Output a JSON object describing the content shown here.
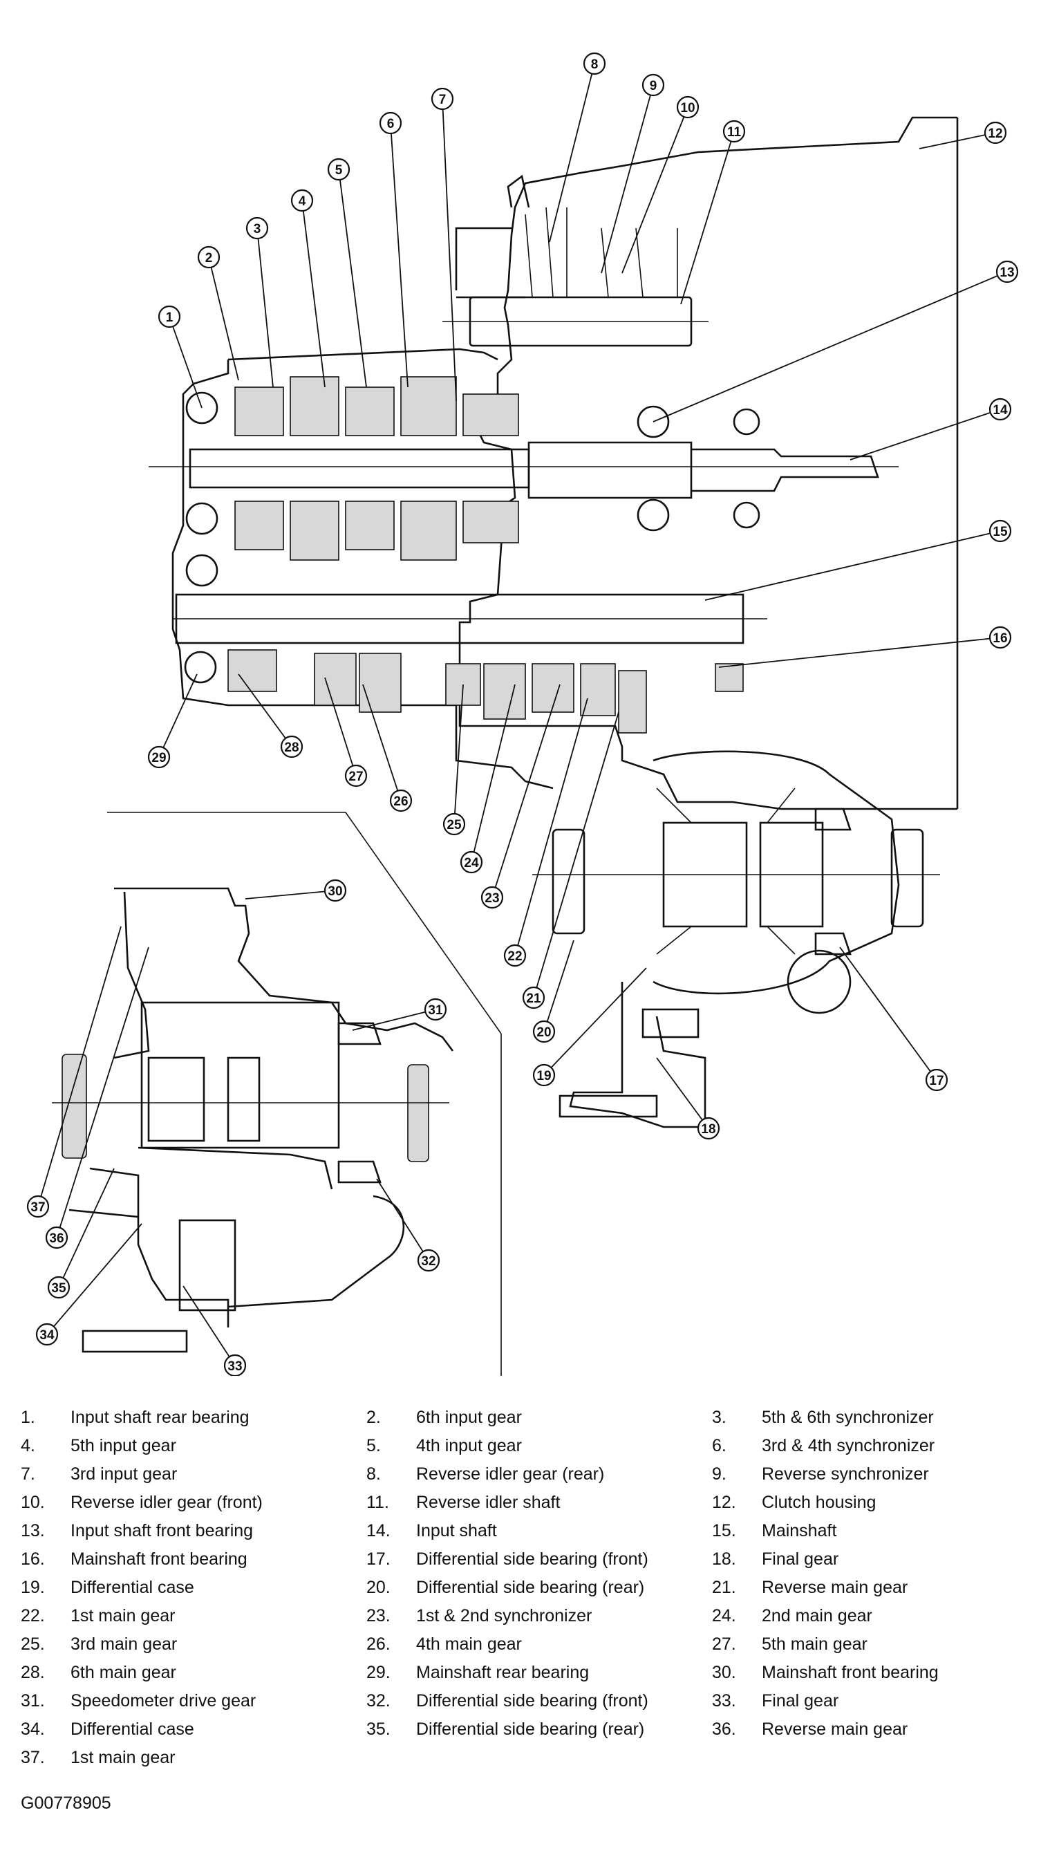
{
  "callouts": [
    "1",
    "2",
    "3",
    "4",
    "5",
    "6",
    "7",
    "8",
    "9",
    "10",
    "11",
    "12",
    "13",
    "14",
    "15",
    "16",
    "17",
    "18",
    "19",
    "20",
    "21",
    "22",
    "23",
    "24",
    "25",
    "26",
    "27",
    "28",
    "29",
    "30",
    "31",
    "32",
    "33",
    "34",
    "35",
    "36",
    "37"
  ],
  "legend": [
    {
      "num": "1.",
      "name": "Input shaft rear bearing"
    },
    {
      "num": "2.",
      "name": "6th input gear"
    },
    {
      "num": "3.",
      "name": "5th & 6th synchronizer"
    },
    {
      "num": "4.",
      "name": "5th input gear"
    },
    {
      "num": "5.",
      "name": "4th input gear"
    },
    {
      "num": "6.",
      "name": "3rd & 4th synchronizer"
    },
    {
      "num": "7.",
      "name": "3rd input gear"
    },
    {
      "num": "8.",
      "name": "Reverse idler gear (rear)"
    },
    {
      "num": "9.",
      "name": "Reverse synchronizer"
    },
    {
      "num": "10.",
      "name": "Reverse idler gear (front)"
    },
    {
      "num": "11.",
      "name": "Reverse idler shaft"
    },
    {
      "num": "12.",
      "name": "Clutch housing"
    },
    {
      "num": "13.",
      "name": "Input shaft front bearing"
    },
    {
      "num": "14.",
      "name": "Input shaft"
    },
    {
      "num": "15.",
      "name": "Mainshaft"
    },
    {
      "num": "16.",
      "name": "Mainshaft front bearing"
    },
    {
      "num": "17.",
      "name": "Differential side bearing (front)"
    },
    {
      "num": "18.",
      "name": "Final gear"
    },
    {
      "num": "19.",
      "name": "Differential case"
    },
    {
      "num": "20.",
      "name": "Differential side bearing (rear)"
    },
    {
      "num": "21.",
      "name": "Reverse main gear"
    },
    {
      "num": "22.",
      "name": "1st main gear"
    },
    {
      "num": "23.",
      "name": "1st & 2nd synchronizer"
    },
    {
      "num": "24.",
      "name": "2nd main gear"
    },
    {
      "num": "25.",
      "name": "3rd main gear"
    },
    {
      "num": "26.",
      "name": "4th main gear"
    },
    {
      "num": "27.",
      "name": "5th main gear"
    },
    {
      "num": "28.",
      "name": "6th main gear"
    },
    {
      "num": "29.",
      "name": "Mainshaft rear bearing"
    },
    {
      "num": "30.",
      "name": "Mainshaft front bearing"
    },
    {
      "num": "31.",
      "name": "Speedometer drive gear"
    },
    {
      "num": "32.",
      "name": "Differential side bearing (front)"
    },
    {
      "num": "33.",
      "name": "Final gear"
    },
    {
      "num": "34.",
      "name": "Differential case"
    },
    {
      "num": "35.",
      "name": "Differential side bearing (rear)"
    },
    {
      "num": "36.",
      "name": "Reverse main gear"
    },
    {
      "num": "37.",
      "name": "1st main gear"
    }
  ],
  "figure_id": "G00778905"
}
